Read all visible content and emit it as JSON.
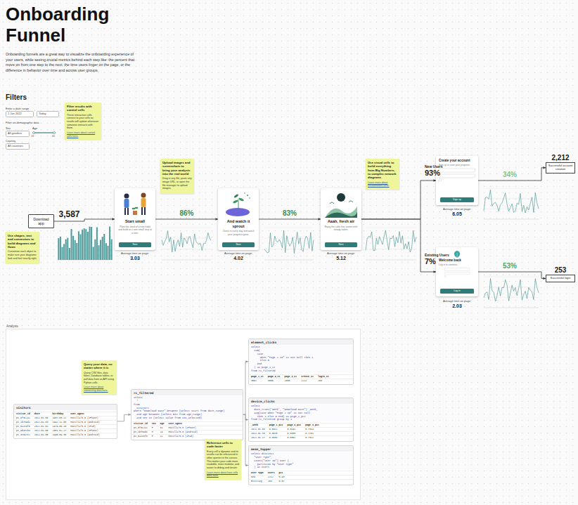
{
  "diagram": {
    "title": "Onboarding Funnel",
    "caption": "Onboarding funnels are a great way to visualize the onboarding experience of your users, while seeing crucial metrics behind each step like: the percent that move on from one step to the next, the time users linger on the page, or the difference in behavior over time and across user groups.",
    "nodes": [
      {
        "text": [
          "Filter results with control cells",
          "These interactive cells connect to your cells so results will update whenever someone interacts with them.",
          "Learn more about control cells here."
        ]
      },
      {
        "text": [
          "1 Jan 2022"
        ]
      },
      {
        "text": [
          "Today"
        ]
      },
      {
        "text": [
          "All genders"
        ]
      },
      {
        "text": [
          "All countries"
        ]
      },
      {
        "text": [
          "Use shapes, text and connectors to build diagrams and flows",
          "Customize each object to make sure your diagrams look and feel exactly right."
        ]
      },
      {
        "text": [
          "Download app"
        ]
      },
      {
        "text": [
          "Start small",
          "Plant the seed of a new habit and build on it one small step at a time."
        ]
      },
      {
        "text": [
          "Next"
        ],
        "in": 7
      },
      {
        "text": [
          "Upload images and screenshots to bring your analysis into the real world",
          "Drag in any file, paste any image URL, or open the file manager to upload images."
        ]
      },
      {
        "text": [
          "And watch it sprout",
          "Check in every day and watch your progress grow."
        ]
      },
      {
        "text": [
          "Next"
        ],
        "in": 10
      },
      {
        "text": [
          "Aaah, fresh air",
          "Enjoy the calm that comes with steady habits."
        ]
      },
      {
        "text": [
          "Next"
        ],
        "in": 12
      },
      {
        "text": [
          "Use visual cells to build everything from Big Numbers, to complex network diagrams",
          "Learn more about visualizations here."
        ]
      },
      {
        "text": [
          "Create your account",
          "Sign up to save your progress."
        ]
      },
      {
        "text": [
          "Sign up"
        ],
        "in": 15
      },
      {
        "text": [
          "2,212",
          "Successful account creation"
        ]
      },
      {
        "text": [
          "Welcome back",
          "Log in to continue."
        ]
      },
      {
        "text": [
          "Log in"
        ],
        "in": 18
      },
      {
        "text": [
          "253",
          "Successful login"
        ]
      },
      {
        "text": [
          "Analysis"
        ]
      },
      {
        "text": [
          "visitors"
        ],
        "in": 21
      },
      {
        "text": [
          "Query your data, no matter where it is",
          "Query CSV files, data lakes, Database tables, or pull data from an API using Python cells.",
          "Learn more about connecting data here."
        ],
        "in": 21
      },
      {
        "text": [
          "rc_filtered"
        ],
        "in": 21
      },
      {
        "text": [
          "Reference cells to code faster",
          "Every cell is dynamic and its results can be referenced in other queries in the canvas. This makes your code more readable, more modular, and easier to debug and iterate.",
          "Learn more about how cells work here."
        ],
        "in": 21
      },
      {
        "text": [
          "element_clicks"
        ],
        "in": 21
      },
      {
        "text": [
          "device_clicks"
        ],
        "in": 21
      },
      {
        "text": [
          "mean_topper"
        ],
        "in": 21
      }
    ],
    "edges": [
      {
        "from": 6,
        "to": 7,
        "label": "3,587",
        "arrow": "to"
      },
      {
        "from": 7,
        "to": 10,
        "label": "86%",
        "arrow": "to"
      },
      {
        "from": 10,
        "to": 12,
        "label": "83%",
        "arrow": "to"
      },
      {
        "from": 12,
        "to": 15,
        "arrow": "to"
      },
      {
        "from": 12,
        "to": 18,
        "arrow": "to"
      },
      {
        "from": 15,
        "to": 17,
        "label": "34%",
        "arrow": "to"
      },
      {
        "from": 18,
        "to": 20,
        "label": "53%",
        "arrow": "to"
      },
      {
        "from": 22,
        "to": 24,
        "arrow": "to"
      },
      {
        "from": 24,
        "to": 26,
        "arrow": "to"
      },
      {
        "from": 24,
        "to": 27,
        "arrow": "to"
      },
      {
        "from": 24,
        "to": 28,
        "arrow": "to"
      }
    ],
    "labels": [
      "Filters",
      "Enter a date range",
      "Filter on demographic data",
      "Sex",
      "Age",
      "Country",
      "18",
      "65",
      "New Users",
      "93%",
      "Existing Users",
      "7%",
      "Average time on page:",
      "3.03",
      "Average time on page:",
      "4.02",
      "Average time on page:",
      "5.12",
      "Average time on page:",
      "6.05",
      "Average time on page:",
      "2.03",
      "visitor_id   date         birthday     user_agent",
      "pv_8f3c2a1   2022-01-03   1987-03-22   Mozilla/5.0 (iPhone)",
      "pv_1b7e9d4   2022-01-03   1992-11-08   Mozilla/5.0 (Android)",
      "pv_5a2c6f0   2022-01-04   1979-06-15   Mozilla/5.0 (iPad)",
      "pv_9d4e1b3   2022-01-05   2001-02-27   Mozilla/5.0 (iPhone)",
      "pv_3c8a7e2   2022-01-05   1995-09-30   Mozilla/5.0 (Android)",
      "select",
      "  *",
      "from",
      "  visitors",
      "where \"Download Date\" between (select start from date_range)",
      "  and age between (select min from age_range)",
      "  and sex in (select value from sex_selected)",
      "visitor_id   sex   age   user_agent",
      "pv_8f3c2a1   F     34    Mozilla/5.0 (iPhone)",
      "pv_1b7e9d4   M     29    Mozilla/5.0 (Android)",
      "pv_5a2c6f0   F     42    Mozilla/5.0 (iPad)",
      "select",
      "  sum(",
      "    case",
      "      when \"Page 1 ID\" is not null then 1",
      "      else 0",
      "    end",
      "  ) as page_1_ct",
      "from rc_filtered",
      "page_1_ct   page_2_ct   page_3_ct   create_ct   login_ct",
      "3587        3085        2560        2212        253",
      "select",
      "  date_trunc('week', \"Download Date\") _week,",
      "  avg(case when \"Page 2 ID\" is not null",
      "    then 1 else 0 end) as page_1_pct",
      "from rc_filtered group by 1",
      "_week        page_1_pct   page_2_pct   page_3_pct",
      "2022-01-03   0.8612       0.8291       0.7344",
      "2022-01-10   0.8570       0.8335       0.7281",
      "2022-01-17   0.8634       0.8302       0.7312",
      "select distinct",
      "  \"User Type\",",
      "  count(\"User ID\") over (",
      "    partition by \"User Type\"",
      "  ) as users",
      "User Type   users   pct",
      "New         2212    0.93",
      "Existing    253     0.07"
    ]
  }
}
